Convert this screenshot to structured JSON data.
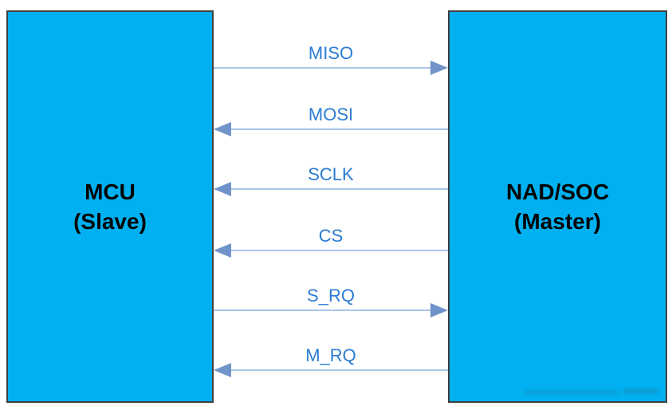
{
  "diagram": {
    "left_box": {
      "title": "MCU",
      "subtitle": "(Slave)"
    },
    "right_box": {
      "title": "NAD/SOC",
      "subtitle": "(Master)"
    },
    "signals": [
      {
        "label": "MISO",
        "direction": "slave-to-master"
      },
      {
        "label": "MOSI",
        "direction": "master-to-slave"
      },
      {
        "label": "SCLK",
        "direction": "master-to-slave"
      },
      {
        "label": "CS",
        "direction": "master-to-slave"
      },
      {
        "label": "S_RQ",
        "direction": "slave-to-master"
      },
      {
        "label": "M_RQ",
        "direction": "master-to-slave"
      }
    ],
    "colors": {
      "box_fill": "#00B0F0",
      "box_border": "#404040",
      "box_text": "#000000",
      "signal_label_text": "#2B7CD3",
      "signal_line": "#A9C5E9",
      "arrowhead": "#7094C9"
    }
  }
}
